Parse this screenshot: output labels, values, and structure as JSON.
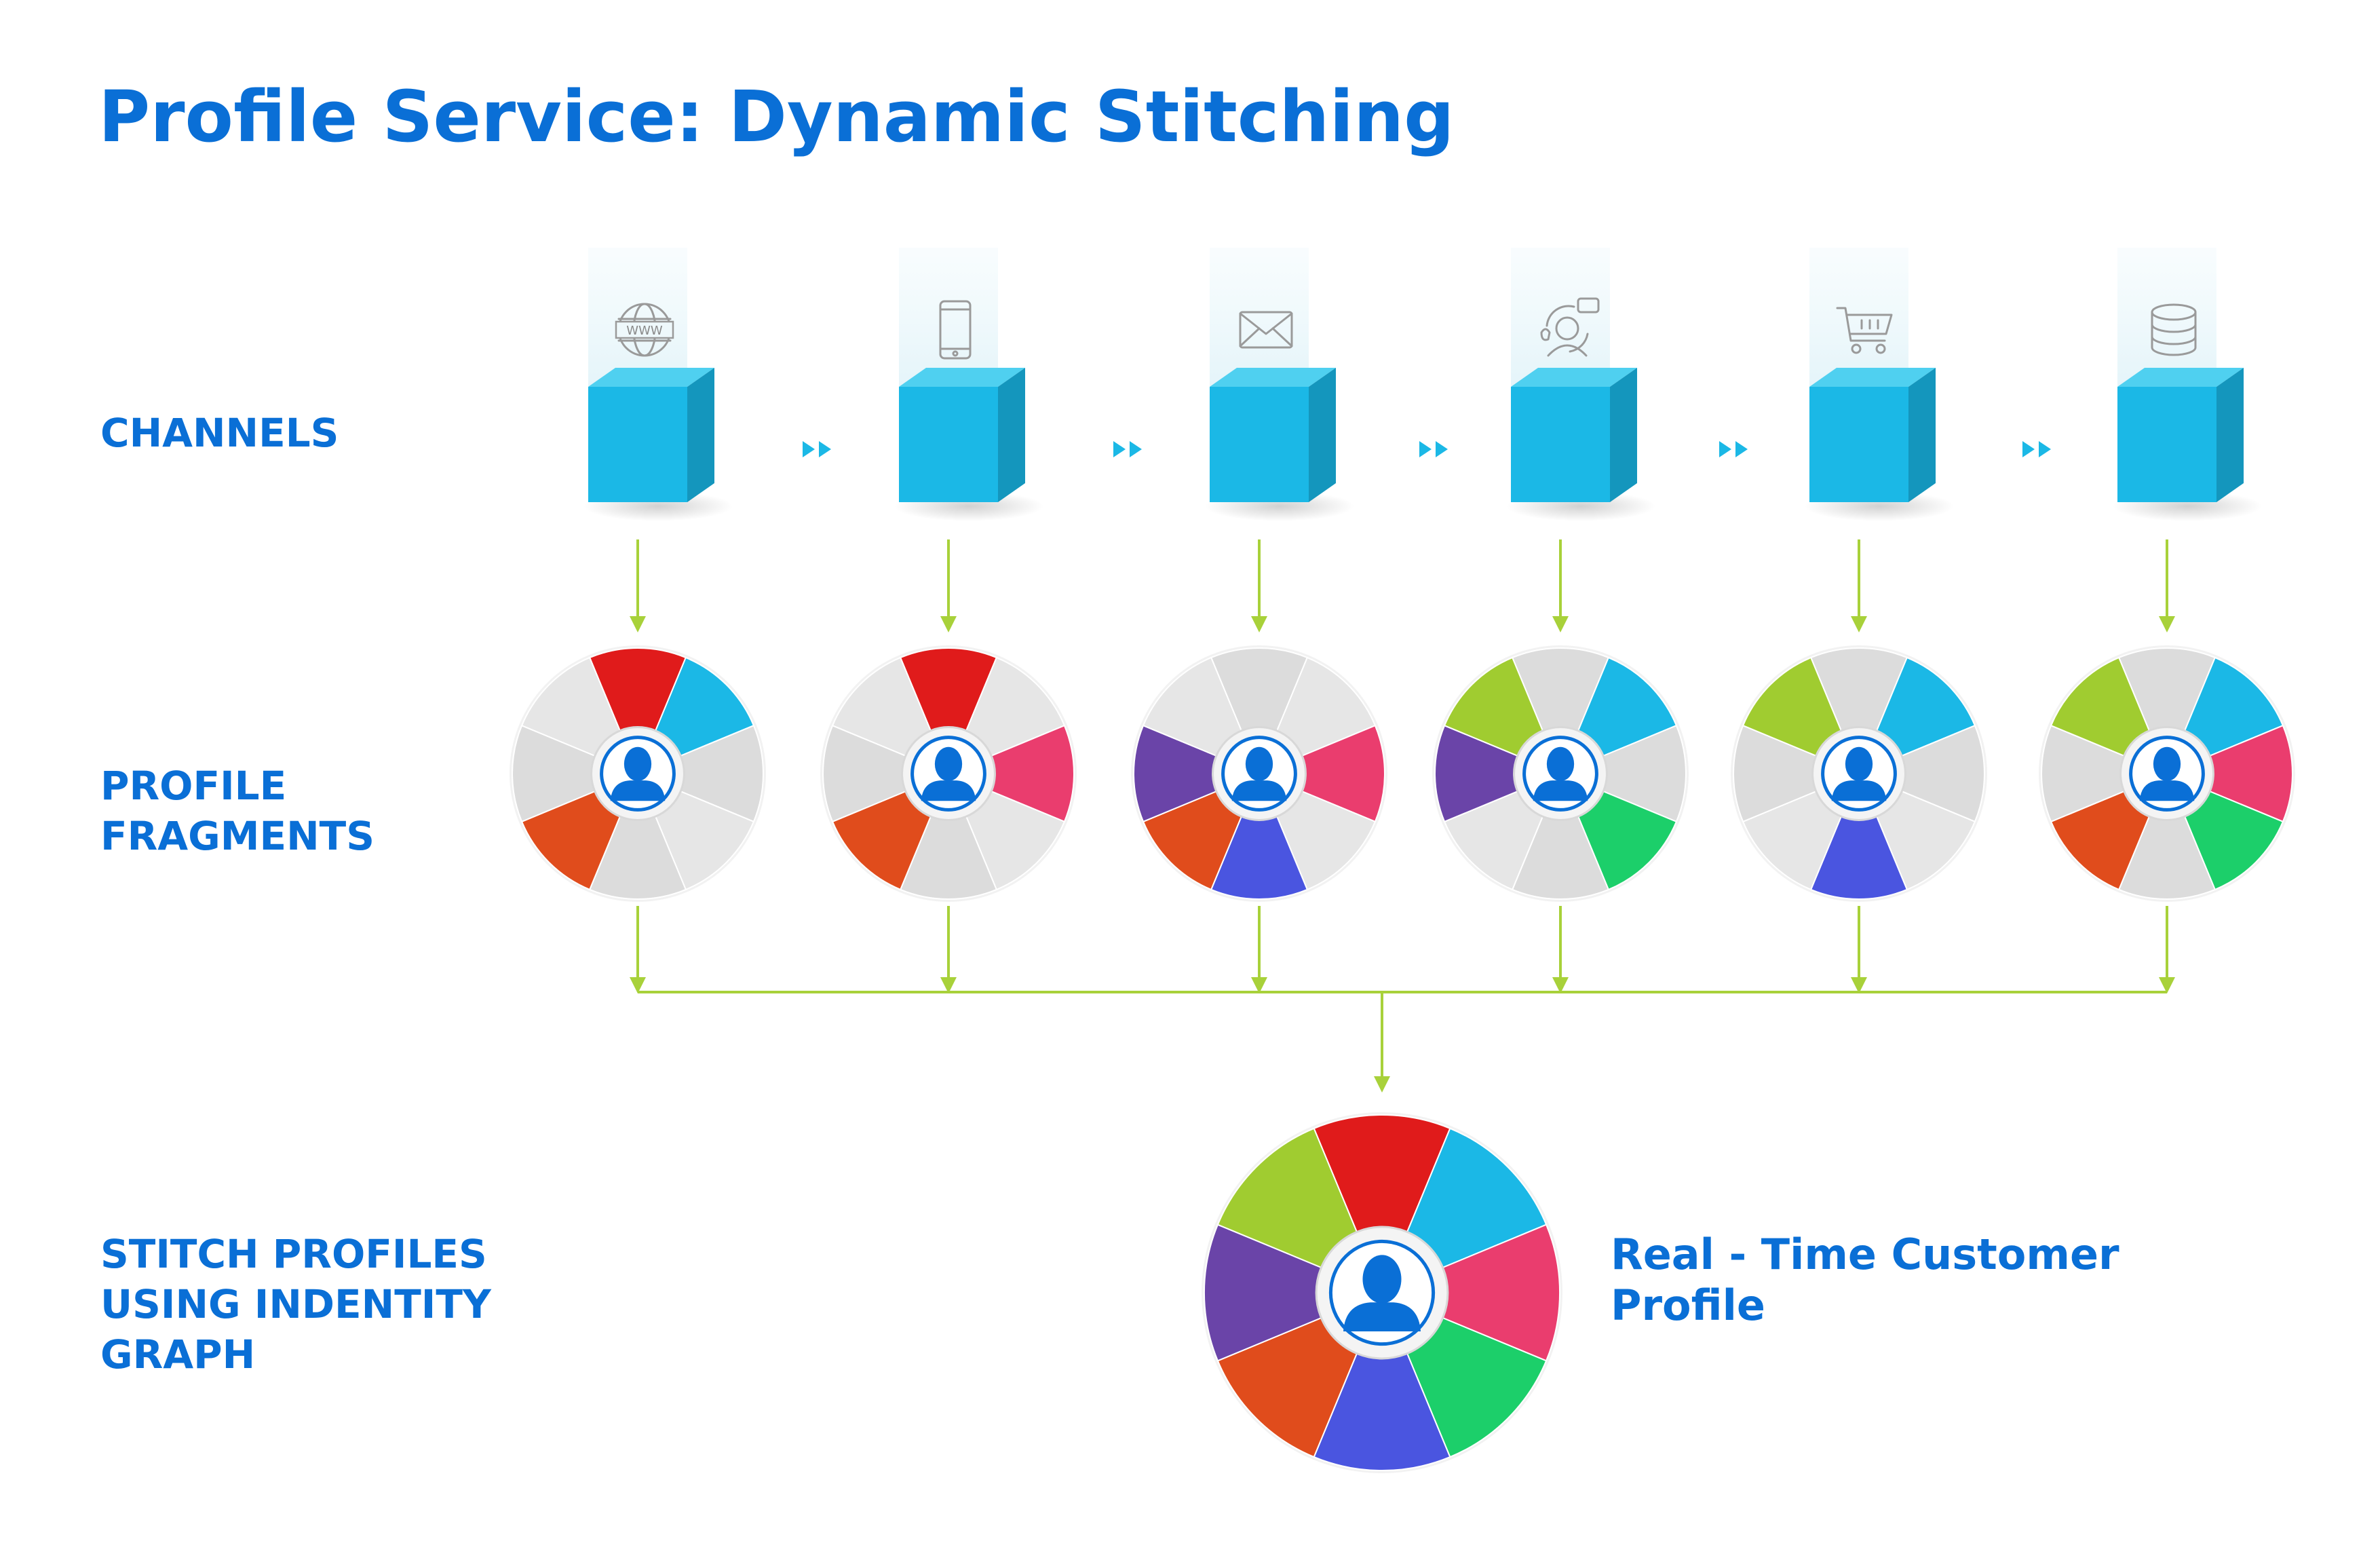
{
  "title": "Profile Service: Dynamic Stitching",
  "row_labels": {
    "channels": "CHANNELS",
    "fragments": [
      "PROFILE",
      "FRAGMENTS"
    ],
    "stitch": [
      "STITCH PROFILES",
      "USING INDENTITY",
      "GRAPH"
    ]
  },
  "final_profile_label": [
    "Real - Time Customer",
    "Profile"
  ],
  "channels": [
    {
      "icon": "web-icon"
    },
    {
      "icon": "mobile-phone-icon"
    },
    {
      "icon": "email-icon"
    },
    {
      "icon": "call-center-icon"
    },
    {
      "icon": "shopping-cart-icon"
    },
    {
      "icon": "database-icon"
    }
  ],
  "colors": {
    "title": "#0a6fd6",
    "cube_front": "#1bb8e6",
    "cube_top": "#4fd0f0",
    "cube_side": "#1496bd",
    "chevron": "#1bb8e6",
    "arrow": "#a8d13a",
    "avatar": "#0a6fd6",
    "segment_gray": "#dcdcdc"
  },
  "segment_colors": [
    "#e01b1b",
    "#1bb8e6",
    "#ea3d6e",
    "#1ccf6a",
    "#4a55e0",
    "#e04c1c",
    "#6a44a8",
    "#a0cc30"
  ],
  "fragments": [
    {
      "filled": [
        0,
        1,
        5
      ]
    },
    {
      "filled": [
        0,
        2,
        5
      ]
    },
    {
      "filled": [
        2,
        4,
        5,
        6
      ]
    },
    {
      "filled": [
        1,
        3,
        6,
        7
      ]
    },
    {
      "filled": [
        1,
        4,
        7
      ]
    },
    {
      "filled": [
        1,
        2,
        3,
        5,
        7
      ]
    }
  ],
  "final_profile": {
    "filled": [
      0,
      1,
      2,
      3,
      4,
      5,
      6,
      7
    ]
  }
}
